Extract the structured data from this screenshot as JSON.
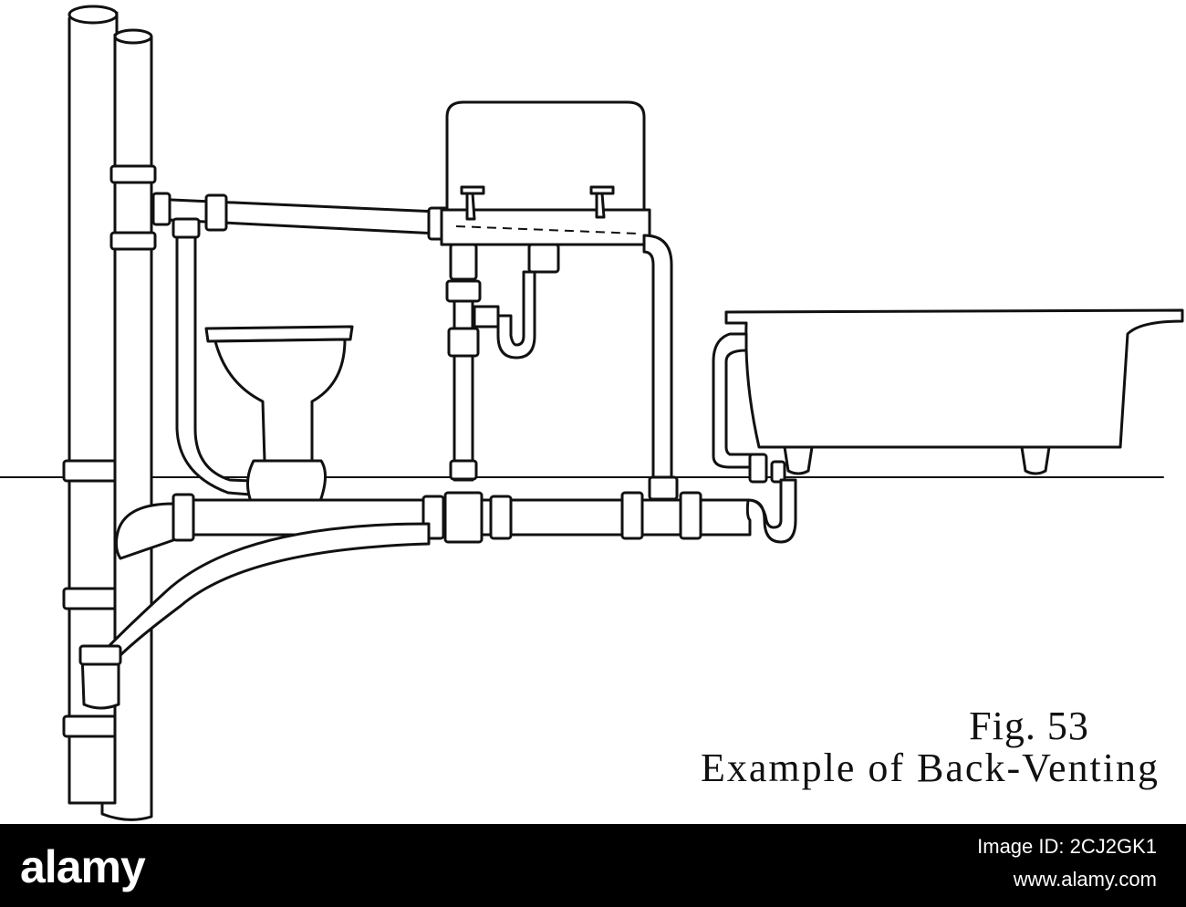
{
  "figure": {
    "number": "Fig. 53",
    "title": "Example of Back-Venting"
  },
  "footer": {
    "logo": "alamy",
    "image_id": "Image ID: 2CJ2GK1",
    "url": "www.alamy.com"
  },
  "colors": {
    "ink": "#111111",
    "paper": "#ffffff",
    "bar": "#000000"
  }
}
